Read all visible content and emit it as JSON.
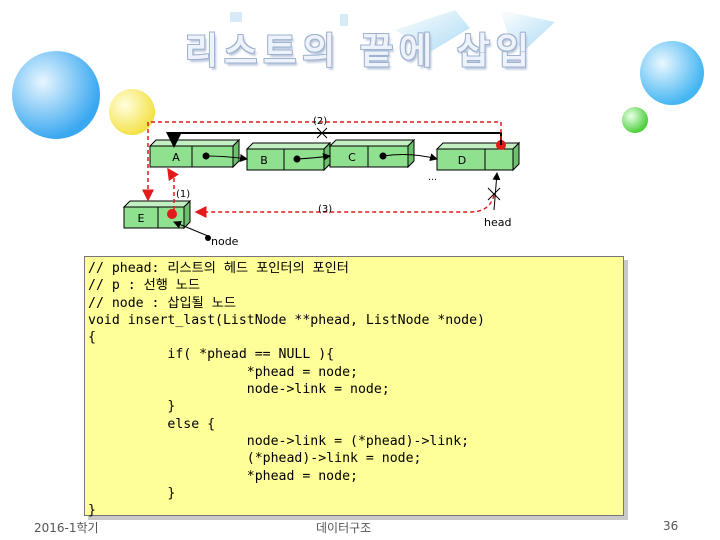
{
  "slide": {
    "title": "리스트의 끝에 삽입",
    "footer_left": "2016-1학기",
    "footer_center": "데이터구조",
    "page_number": "36"
  },
  "diagram": {
    "nodes": [
      "A",
      "B",
      "C",
      "D",
      "E"
    ],
    "step_labels": [
      "(1)",
      "(2)",
      "(3)"
    ],
    "ellipsis": "…",
    "head_label": "head",
    "node_label": "node"
  },
  "code_lines": [
    "// phead: 리스트의 헤드 포인터의 포인터",
    "// p : 선행 노드",
    "// node : 삽입될 노드",
    "void insert_last(ListNode **phead, ListNode *node)",
    "{",
    "          if( *phead == NULL ){",
    "                    *phead = node;",
    "                    node->link = node;",
    "          }",
    "          else {",
    "                    node->link = (*phead)->link;",
    "                    (*phead)->link = node;",
    "                    *phead = node;",
    "          }",
    "}"
  ],
  "colors": {
    "red": "#e31a1a",
    "node_fill": "#8fe08f",
    "code_bg": "#ffff99"
  }
}
